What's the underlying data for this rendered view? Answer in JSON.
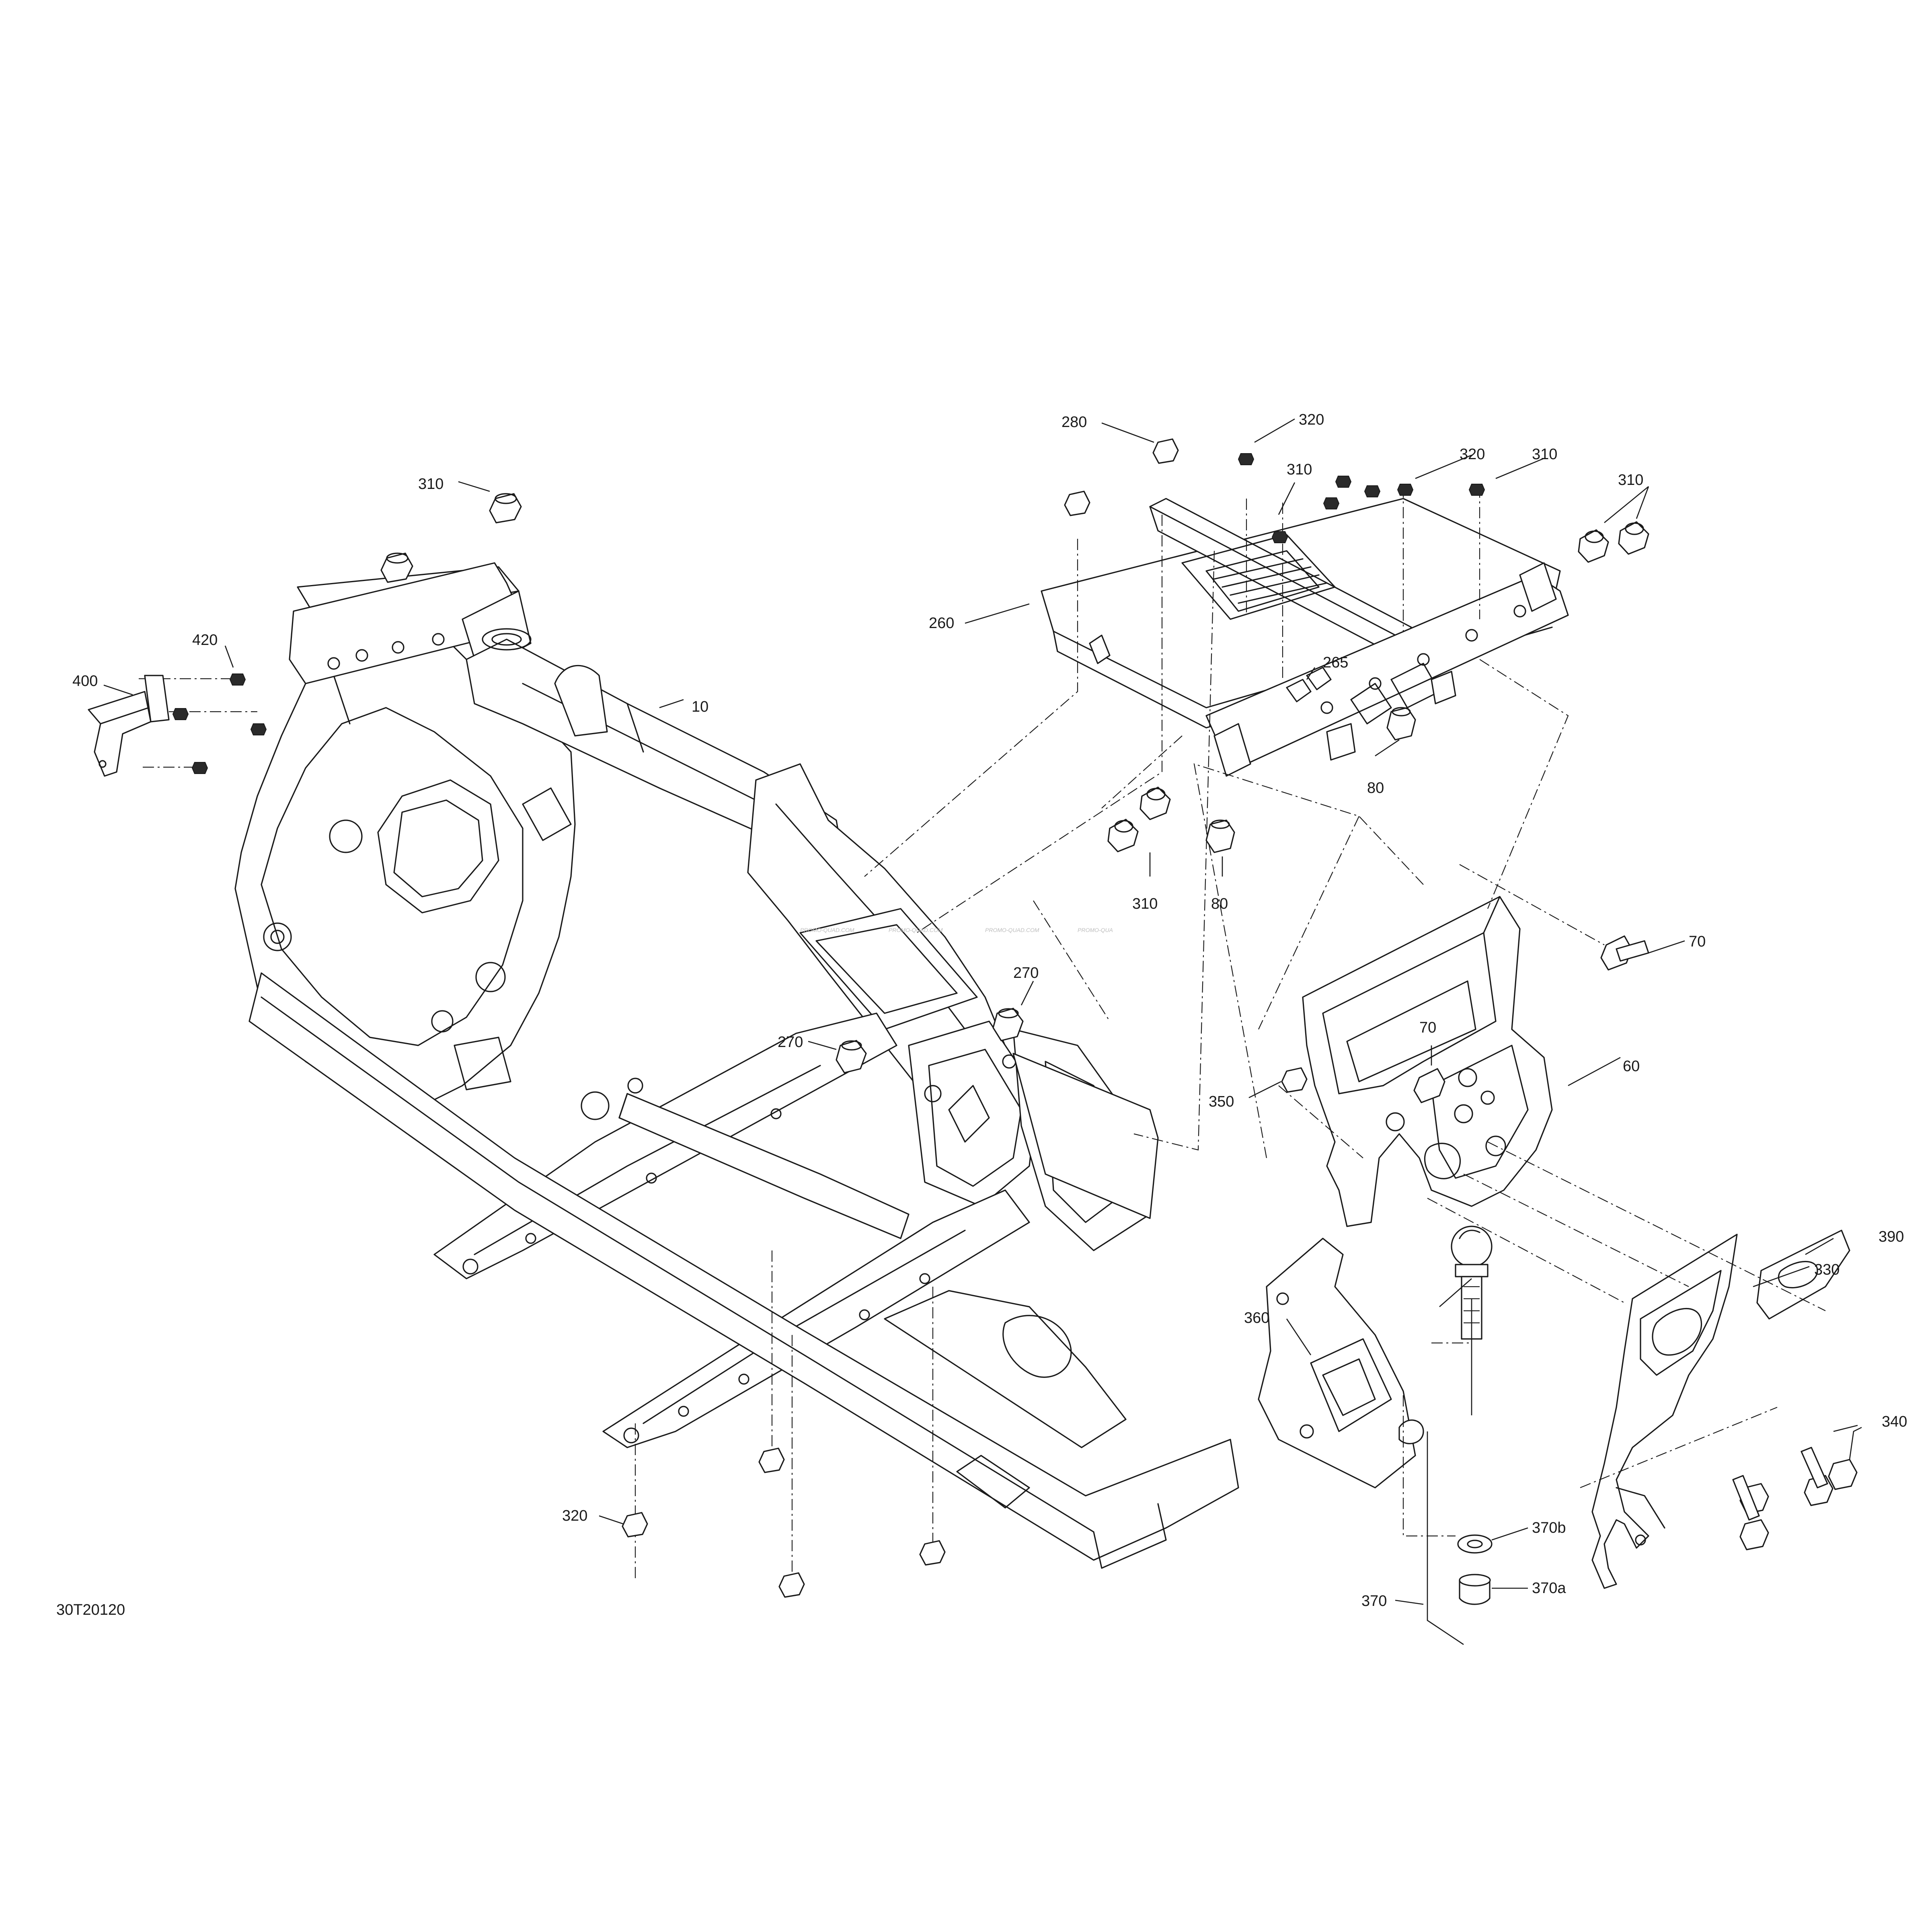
{
  "diagram_id": "30T20120",
  "watermark": [
    "PROMO-QUAD.COM",
    "PROMO-QUAD.COM",
    "PROMO-QUAD.COM",
    "PROMO-QUA"
  ],
  "callouts": {
    "c10": "10",
    "c60": "60",
    "c70a": "70",
    "c70b": "70",
    "c80a": "80",
    "c80b": "80",
    "c260": "260",
    "c265": "265",
    "c270a": "270",
    "c270b": "270",
    "c280": "280",
    "c310a": "310",
    "c310b": "310",
    "c310c": "310",
    "c310d": "310",
    "c310e": "310",
    "c320a": "320",
    "c320b": "320",
    "c320c": "320",
    "c330": "330",
    "c340": "340",
    "c350": "350",
    "c360": "360",
    "c370": "370",
    "c370a": "370a",
    "c370b": "370b",
    "c390": "390",
    "c400": "400",
    "c420": "420"
  }
}
